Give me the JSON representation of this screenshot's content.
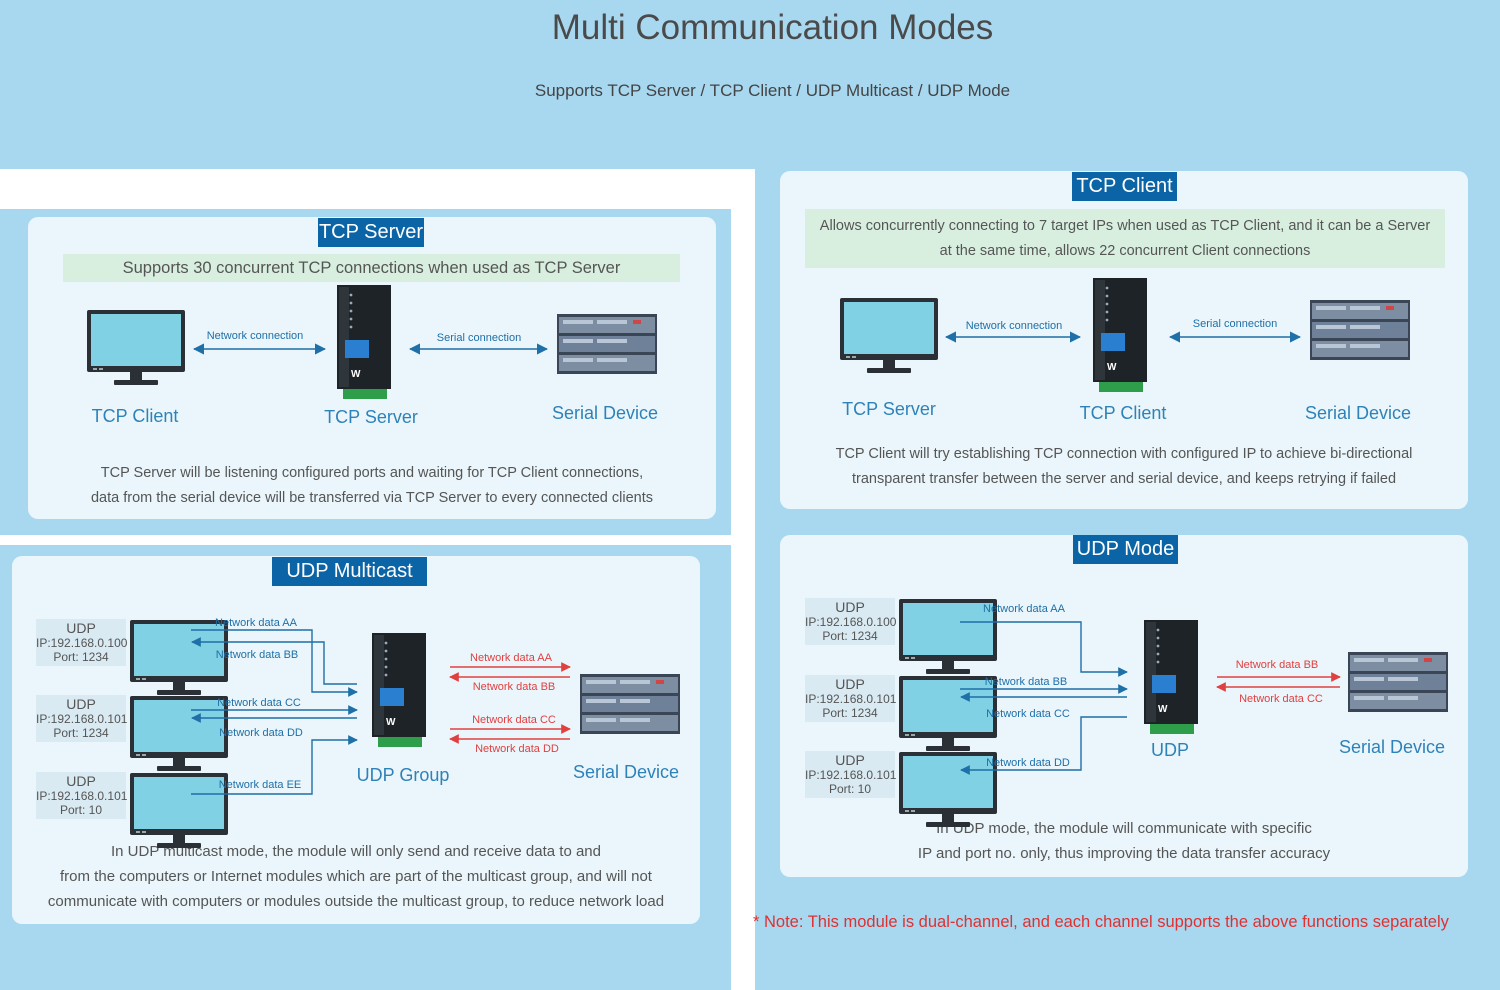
{
  "header": {
    "title": "Multi Communication Modes",
    "subtitle": "Supports TCP Server / TCP Client / UDP Multicast / UDP Mode"
  },
  "tcp_server": {
    "badge": "TCP Server",
    "banner": "Supports 30 concurrent TCP connections when used as TCP Server",
    "left_label": "TCP Client",
    "center_label": "TCP Server",
    "right_label": "Serial Device",
    "link_left": "Network connection",
    "link_right": "Serial connection",
    "desc_line1": "TCP Server will be listening configured ports and waiting for TCP Client connections,",
    "desc_line2": "data from the serial device will be transferred via TCP Server to every connected clients"
  },
  "tcp_client": {
    "badge": "TCP Client",
    "banner_line1": "Allows concurrently connecting to 7 target IPs when used as TCP Client, and it can be a Server",
    "banner_line2": "at the same time, allows 22 concurrent Client connections",
    "left_label": "TCP Server",
    "center_label": "TCP Client",
    "right_label": "Serial Device",
    "link_left": "Network connection",
    "link_right": "Serial connection",
    "desc_line1": "TCP Client will try establishing TCP connection with configured IP to achieve bi-directional",
    "desc_line2": "transparent transfer between the server and serial device, and keeps retrying if failed"
  },
  "udp_multicast": {
    "badge": "UDP Multicast",
    "hosts": [
      {
        "title": "UDP",
        "ip": "IP:192.168.0.100",
        "port": "Port:  1234"
      },
      {
        "title": "UDP",
        "ip": "IP:192.168.0.101",
        "port": "Port:  1234"
      },
      {
        "title": "UDP",
        "ip": "IP:192.168.0.101",
        "port": "Port:  10"
      }
    ],
    "net_labels": [
      "Network data AA",
      "Network data BB",
      "Network data CC",
      "Network data DD",
      "Network data EE"
    ],
    "serial_labels": [
      "Network data AA",
      "Network data BB",
      "Network data CC",
      "Network data DD"
    ],
    "center_label": "UDP Group",
    "right_label": "Serial Device",
    "desc_line1": "In UDP multicast mode, the module will only send and receive data to and",
    "desc_line2": "from the computers or Internet modules which are part of the multicast group, and will not",
    "desc_line3": "communicate with computers or modules outside the multicast group, to reduce network load"
  },
  "udp_mode": {
    "badge": "UDP Mode",
    "hosts": [
      {
        "title": "UDP",
        "ip": "IP:192.168.0.100",
        "port": "Port:  1234"
      },
      {
        "title": "UDP",
        "ip": "IP:192.168.0.101",
        "port": "Port:  1234"
      },
      {
        "title": "UDP",
        "ip": "IP:192.168.0.101",
        "port": "Port:  10"
      }
    ],
    "net_labels": [
      "Network data AA",
      "Network data BB",
      "Network data CC",
      "Network data DD"
    ],
    "serial_labels": [
      "Network data BB",
      "Network data CC"
    ],
    "center_label": "UDP",
    "right_label": "Serial Device",
    "desc_line1": "In UDP mode, the module will communicate with specific",
    "desc_line2": "IP and port no. only, thus improving the data transfer accuracy"
  },
  "note": "* Note: This module is dual-channel, and each channel supports the above functions separately",
  "colors": {
    "badge": "#0b64a6",
    "arrow_blue": "#1f6fa8",
    "arrow_red": "#e04040",
    "label": "#2f82b8",
    "note": "#e03030"
  }
}
